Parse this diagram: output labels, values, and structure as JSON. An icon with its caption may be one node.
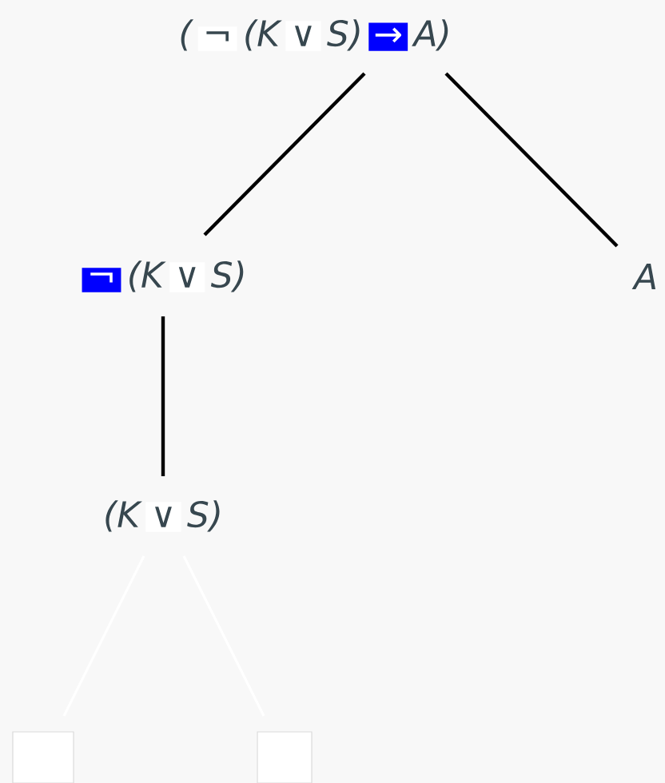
{
  "diagram": {
    "nodes": [
      {
        "text": [
          "(",
          "¬",
          "(K",
          "∨",
          "S)",
          "→",
          "A)"
        ]
      },
      {
        "text": [
          "¬",
          "(K",
          "∨",
          "S)"
        ]
      },
      {
        "text": [
          "A"
        ]
      },
      {
        "text": [
          "(K",
          "∨",
          "S)"
        ]
      },
      {
        "text": [],
        "shape": "box"
      },
      {
        "text": [],
        "shape": "box"
      }
    ],
    "edges": [
      {
        "from": 0,
        "to": 1,
        "arrow": "none"
      },
      {
        "from": 0,
        "to": 2,
        "arrow": "none"
      },
      {
        "from": 1,
        "to": 3,
        "arrow": "none"
      },
      {
        "from": 3,
        "to": 4,
        "arrow": "none",
        "color": "#ffffff"
      },
      {
        "from": 3,
        "to": 5,
        "arrow": "none",
        "color": "#ffffff"
      }
    ]
  }
}
